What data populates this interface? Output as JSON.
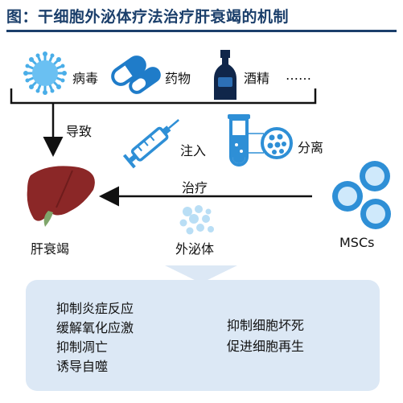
{
  "title": "图：干细胞外泌体疗法治疗肝衰竭的机制",
  "causes": [
    {
      "label": "病毒",
      "icon": "virus-icon"
    },
    {
      "label": "药物",
      "icon": "pills-icon"
    },
    {
      "label": "酒精",
      "icon": "bottle-icon"
    },
    {
      "label": "……"
    }
  ],
  "arrows": {
    "leads_to": "导致",
    "treatment": "治疗"
  },
  "process": {
    "inject": "注入",
    "separate": "分离"
  },
  "entities": {
    "liver_failure": "肝衰竭",
    "exosome": "外泌体",
    "mscs": "MSCs"
  },
  "effects": {
    "left": [
      "抑制炎症反应",
      "缓解氧化应激",
      "抑制凋亡",
      "诱导自噬"
    ],
    "right": [
      "抑制细胞坏死",
      "促进细胞再生"
    ]
  },
  "colors": {
    "title": "#1b3f6b",
    "icon_blue": "#2e8fd6",
    "light_blue": "#9fd0f0",
    "navy": "#10264a",
    "liver": "#8b2727",
    "panel": "#dce8f5"
  }
}
